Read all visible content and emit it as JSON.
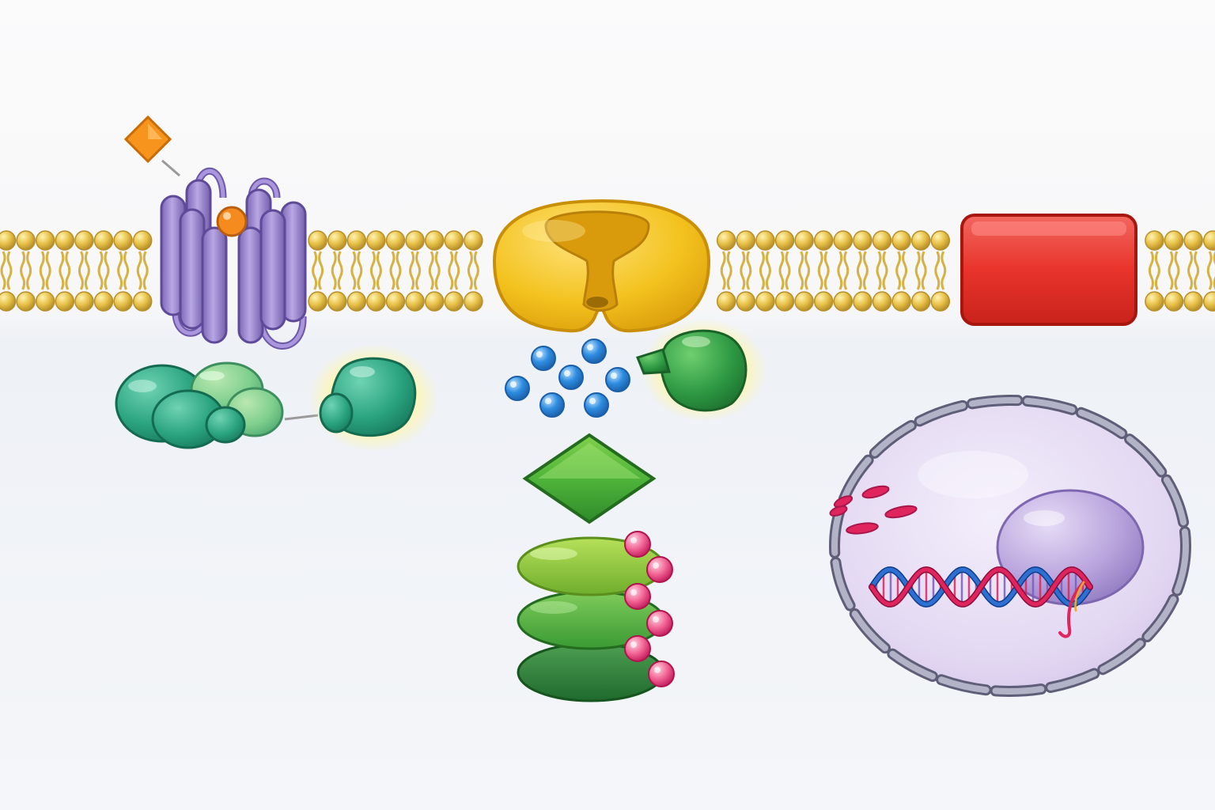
{
  "diagram": {
    "labels": [],
    "colors": {
      "background_top": "#fbfbfc",
      "background_bottom": "#eef1f6",
      "lipid_head": "#e8c24a",
      "lipid_head_edge": "#b8902a",
      "lipid_tail": "#d9b54a",
      "gpcr_helix": "#9b86cf",
      "gpcr_edge": "#6e58a8",
      "ligand_diamond": "#f7941d",
      "ligand_ball": "#f58a1f",
      "channel_body": "#f3c21e",
      "channel_pore": "#d99b0b",
      "rtk_block": "#e8342b",
      "g_protein": "#2aa37f",
      "effector": "#1f9a72",
      "ion": "#2f8de0",
      "kinase": "#2e9a44",
      "second_messenger": "#4fb53a",
      "stack_top": "#8cc63e",
      "stack_mid": "#4aaa3a",
      "stack_bottom": "#2b7f3a",
      "phosphate": "#f06292",
      "nucleus_membrane": "#8a8aa3",
      "nucleus_fill": "#e6dcf3",
      "nucleolus": "#b9a4dd",
      "dna_strand_a": "#2f6fd1",
      "dna_strand_b": "#e0245e",
      "mrna": "#e0245e"
    },
    "icons": [
      "lipid-bilayer",
      "gpcr-receptor",
      "ligand-diamond",
      "ligand-ball",
      "ion-channel",
      "receptor-tyrosine-kinase",
      "g-protein-complex",
      "effector-protein",
      "ions-cluster",
      "kinase-protein",
      "second-messenger-diamond",
      "phosphorylated-protein-stack",
      "nucleus",
      "dna-helix",
      "mrna-fragments"
    ]
  }
}
